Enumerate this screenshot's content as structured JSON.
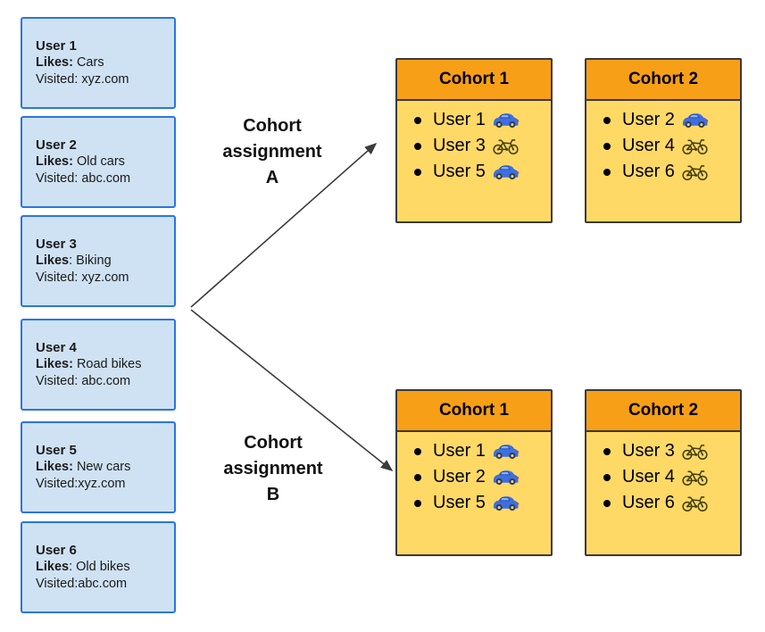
{
  "diagram": {
    "users": [
      {
        "name": "User 1",
        "likes_bold": "Likes:",
        "likes_rest": " Cars",
        "visited": "Visited: xyz.com"
      },
      {
        "name": "User 2",
        "likes_bold": "Likes:",
        "likes_rest": " Old cars",
        "visited": "Visited: abc.com"
      },
      {
        "name": "User 3",
        "likes_bold": "Likes",
        "likes_rest": ": Biking",
        "visited": "Visited: xyz.com"
      },
      {
        "name": "User 4",
        "likes_bold": "Likes:",
        "likes_rest": " Road bikes",
        "visited": "Visited: abc.com"
      },
      {
        "name": "User 5",
        "likes_bold": "Likes:",
        "likes_rest": " New cars",
        "visited": "Visited:xyz.com"
      },
      {
        "name": "User 6",
        "likes_bold": "Likes",
        "likes_rest": ": Old bikes",
        "visited": "Visited:abc.com"
      }
    ],
    "assignment_a": {
      "label_line1": "Cohort",
      "label_line2": "assignment",
      "label_line3": "A",
      "cohort1": {
        "title": "Cohort 1",
        "members": [
          {
            "name": "User 1",
            "vehicle": "car"
          },
          {
            "name": "User 3",
            "vehicle": "bike"
          },
          {
            "name": "User 5",
            "vehicle": "car"
          }
        ]
      },
      "cohort2": {
        "title": "Cohort 2",
        "members": [
          {
            "name": "User 2",
            "vehicle": "car"
          },
          {
            "name": "User 4",
            "vehicle": "bike"
          },
          {
            "name": "User 6",
            "vehicle": "bike"
          }
        ]
      }
    },
    "assignment_b": {
      "label_line1": "Cohort",
      "label_line2": "assignment",
      "label_line3": "B",
      "cohort1": {
        "title": "Cohort 1",
        "members": [
          {
            "name": "User 1",
            "vehicle": "car"
          },
          {
            "name": "User 2",
            "vehicle": "car"
          },
          {
            "name": "User 5",
            "vehicle": "car"
          }
        ]
      },
      "cohort2": {
        "title": "Cohort 2",
        "members": [
          {
            "name": "User 3",
            "vehicle": "bike"
          },
          {
            "name": "User 4",
            "vehicle": "bike"
          },
          {
            "name": "User 6",
            "vehicle": "bike"
          }
        ]
      }
    },
    "icon_names": {
      "car": "blue-car-icon",
      "bike": "mountain-bike-icon",
      "bullet": "bullet-dot-icon",
      "arrow": "arrow-icon"
    },
    "colors": {
      "user_box_fill": "#cfe2f3",
      "user_box_border": "#2b75e2",
      "cohort_header_fill": "#f79f17",
      "cohort_body_fill": "#ffd966",
      "cohort_border": "#3a3a3a",
      "arrow": "#3c3c3c",
      "text": "#1a1a1a"
    }
  }
}
